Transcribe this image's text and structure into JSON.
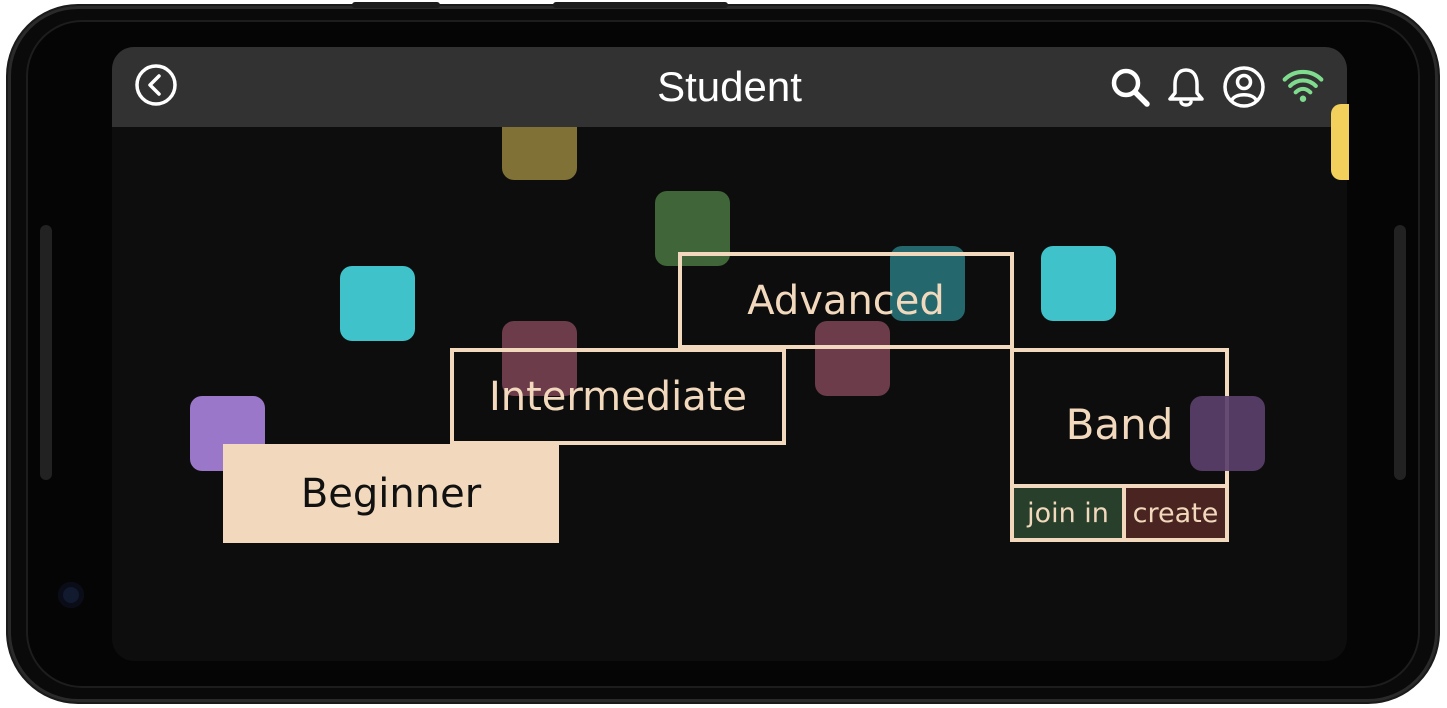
{
  "header": {
    "title": "Student",
    "icons": [
      "back-arrow-circle-icon",
      "search-icon",
      "bell-icon",
      "account-circle-icon",
      "wifi-icon"
    ]
  },
  "levels": {
    "beginner": "Beginner",
    "intermediate": "Intermediate",
    "advanced": "Advanced",
    "band": "Band"
  },
  "band_actions": {
    "join": "join in",
    "create": "create"
  },
  "colors": {
    "appbar": "#323232",
    "screen": "#0d0d0d",
    "accent_cream": "#f2d9bd",
    "wifi": "#7fdc8f",
    "join_bg": "#28402b",
    "create_bg": "#4a2421",
    "tile_olive": "#8a7a3a",
    "tile_green": "#3f6538",
    "tile_cyan": "#3fc2c9",
    "tile_maroon": "#6c3c4a",
    "tile_purple": "#9b77c9",
    "tile_dark_purple": "#5a3f6b",
    "tile_teal": "#24686d"
  }
}
